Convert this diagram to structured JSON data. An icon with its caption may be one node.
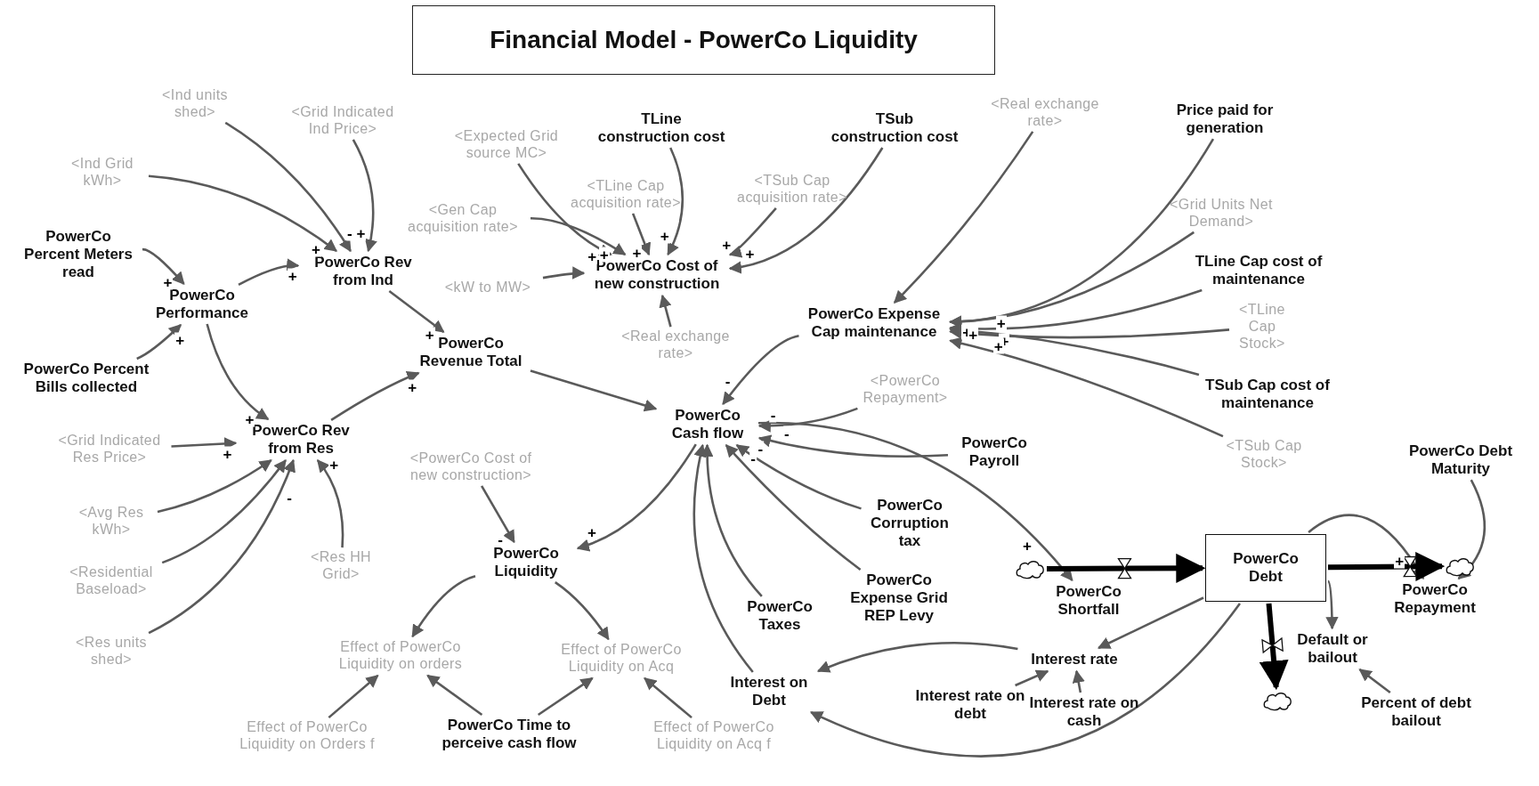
{
  "diagram": {
    "title": "Financial Model - PowerCo Liquidity",
    "nodes": [
      {
        "text": [
          "<Ind units shed>"
        ]
      },
      {
        "text": [
          "<Grid Indicated Ind Price>"
        ]
      },
      {
        "text": [
          "<Ind Grid kWh>"
        ]
      },
      {
        "text": [
          "<Expected Grid source MC>"
        ]
      },
      {
        "text": [
          "TLine construction cost"
        ]
      },
      {
        "text": [
          "TSub construction cost"
        ]
      },
      {
        "text": [
          "<Real exchange rate>"
        ]
      },
      {
        "text": [
          "Price paid for generation"
        ]
      },
      {
        "text": [
          "<TLine Cap acquisition rate>"
        ]
      },
      {
        "text": [
          "<TSub Cap acquisition rate>"
        ]
      },
      {
        "text": [
          "<Grid Units Net Demand>"
        ]
      },
      {
        "text": [
          "<Gen Cap acquisition rate>"
        ]
      },
      {
        "text": [
          "PowerCo Percent Meters read"
        ]
      },
      {
        "text": [
          "PowerCo Rev from Ind"
        ]
      },
      {
        "text": [
          "PowerCo Cost of new construction"
        ]
      },
      {
        "text": [
          "TLine Cap cost of maintenance"
        ]
      },
      {
        "text": [
          "PowerCo Performance"
        ]
      },
      {
        "text": [
          "<kW to MW>"
        ]
      },
      {
        "text": [
          "<TLine Cap Stock>"
        ]
      },
      {
        "text": [
          "PowerCo Expense Cap maintenance"
        ]
      },
      {
        "text": [
          "<Real exchange rate>"
        ]
      },
      {
        "text": [
          "PowerCo Revenue Total"
        ]
      },
      {
        "text": [
          "PowerCo Percent Bills collected"
        ]
      },
      {
        "text": [
          "TSub Cap cost of maintenance"
        ]
      },
      {
        "text": [
          "<PowerCo Repayment>"
        ]
      },
      {
        "text": [
          "PowerCo Cash flow"
        ]
      },
      {
        "text": [
          "PowerCo Payroll"
        ]
      },
      {
        "text": [
          "<Grid Indicated Res Price>"
        ]
      },
      {
        "text": [
          "PowerCo Rev from Res"
        ]
      },
      {
        "text": [
          "<TSub Cap Stock>"
        ]
      },
      {
        "text": [
          "PowerCo Debt Maturity"
        ]
      },
      {
        "text": [
          "<PowerCo Cost of new construction>"
        ]
      },
      {
        "text": [
          "<Avg Res kWh>"
        ]
      },
      {
        "text": [
          "PowerCo Corruption tax"
        ]
      },
      {
        "text": [
          "<Res HH Grid>"
        ]
      },
      {
        "text": [
          "PowerCo Liquidity"
        ]
      },
      {
        "text": [
          "<Residential Baseload>"
        ]
      },
      {
        "text": [],
        "shape": "cloud"
      },
      {
        "text": [
          "PowerCo Shortfall"
        ]
      },
      {
        "text": [
          "PowerCo Debt"
        ]
      },
      {
        "text": [
          "PowerCo Repayment"
        ]
      },
      {
        "text": [],
        "shape": "cloud"
      },
      {
        "text": [
          "PowerCo Expense Grid REP Levy"
        ]
      },
      {
        "text": [
          "PowerCo Taxes"
        ]
      },
      {
        "text": [
          "<Res units shed>"
        ]
      },
      {
        "text": [
          "Effect of PowerCo Liquidity on orders"
        ]
      },
      {
        "text": [
          "Effect of PowerCo Liquidity on Acq"
        ]
      },
      {
        "text": [
          "Default or bailout"
        ]
      },
      {
        "text": [
          "Interest rate"
        ]
      },
      {
        "text": [
          "Interest on Debt"
        ]
      },
      {
        "text": [],
        "shape": "cloud"
      },
      {
        "text": [
          "Interest rate on debt"
        ]
      },
      {
        "text": [
          "Interest rate on cash"
        ]
      },
      {
        "text": [
          "Percent of debt bailout"
        ]
      },
      {
        "text": [
          "Effect of PowerCo Liquidity on Orders f"
        ]
      },
      {
        "text": [
          "PowerCo Time to perceive cash flow"
        ]
      },
      {
        "text": [
          "Effect of PowerCo Liquidity on Acq f"
        ]
      }
    ],
    "edges": [
      {
        "from": 2,
        "to": 13,
        "arrow": "to",
        "label": "+"
      },
      {
        "from": 0,
        "to": 13,
        "arrow": "to",
        "label": "-"
      },
      {
        "from": 1,
        "to": 13,
        "arrow": "to",
        "label": "+"
      },
      {
        "from": 12,
        "to": 16,
        "arrow": "to",
        "label": "+"
      },
      {
        "from": 22,
        "to": 16,
        "arrow": "to",
        "label": "+"
      },
      {
        "from": 16,
        "to": 13,
        "arrow": "to",
        "label": "+"
      },
      {
        "from": 16,
        "to": 28,
        "arrow": "to",
        "label": "+"
      },
      {
        "from": 13,
        "to": 21,
        "arrow": "to",
        "label": "+"
      },
      {
        "from": 28,
        "to": 21,
        "arrow": "to",
        "label": "+"
      },
      {
        "from": 27,
        "to": 28,
        "arrow": "to",
        "label": "+"
      },
      {
        "from": 32,
        "to": 28,
        "arrow": "to"
      },
      {
        "from": 36,
        "to": 28,
        "arrow": "to"
      },
      {
        "from": 44,
        "to": 28,
        "arrow": "to",
        "label": "-"
      },
      {
        "from": 34,
        "to": 28,
        "arrow": "to",
        "label": "+"
      },
      {
        "from": 3,
        "to": 14,
        "arrow": "to",
        "label": "+"
      },
      {
        "from": 11,
        "to": 14,
        "arrow": "to",
        "label": "+"
      },
      {
        "from": 17,
        "to": 14,
        "arrow": "to"
      },
      {
        "from": 8,
        "to": 14,
        "arrow": "to",
        "label": "+"
      },
      {
        "from": 4,
        "to": 14,
        "arrow": "to",
        "label": "+"
      },
      {
        "from": 9,
        "to": 14,
        "arrow": "to",
        "label": "+"
      },
      {
        "from": 5,
        "to": 14,
        "arrow": "to",
        "label": "+"
      },
      {
        "from": 20,
        "to": 14,
        "arrow": "to"
      },
      {
        "from": 6,
        "to": 19,
        "arrow": "to"
      },
      {
        "from": 7,
        "to": 19,
        "arrow": "to"
      },
      {
        "from": 10,
        "to": 19,
        "arrow": "to",
        "label": "+"
      },
      {
        "from": 15,
        "to": 19,
        "arrow": "to",
        "label": "+"
      },
      {
        "from": 18,
        "to": 19,
        "arrow": "to",
        "label": "+"
      },
      {
        "from": 23,
        "to": 19,
        "arrow": "to",
        "label": "+"
      },
      {
        "from": 29,
        "to": 19,
        "arrow": "to",
        "label": "+"
      },
      {
        "from": 19,
        "to": 25,
        "arrow": "to",
        "label": "-"
      },
      {
        "from": 21,
        "to": 25,
        "arrow": "to"
      },
      {
        "from": 24,
        "to": 25,
        "arrow": "to",
        "label": "-"
      },
      {
        "from": 26,
        "to": 25,
        "arrow": "to",
        "label": "-"
      },
      {
        "from": 33,
        "to": 25,
        "arrow": "to",
        "label": "-"
      },
      {
        "from": 42,
        "to": 25,
        "arrow": "to",
        "label": "-"
      },
      {
        "from": 43,
        "to": 25,
        "arrow": "to"
      },
      {
        "from": 49,
        "to": 25,
        "arrow": "to"
      },
      {
        "from": 25,
        "to": 38,
        "arrow": "to",
        "label": "+"
      },
      {
        "from": 25,
        "to": 35,
        "arrow": "to",
        "label": "+"
      },
      {
        "from": 31,
        "to": 35,
        "arrow": "to",
        "label": "-"
      },
      {
        "from": 35,
        "to": 45,
        "arrow": "to"
      },
      {
        "from": 35,
        "to": 46,
        "arrow": "to"
      },
      {
        "from": 54,
        "to": 45,
        "arrow": "to"
      },
      {
        "from": 55,
        "to": 45,
        "arrow": "to"
      },
      {
        "from": 55,
        "to": 46,
        "arrow": "to"
      },
      {
        "from": 56,
        "to": 46,
        "arrow": "to"
      },
      {
        "from": 39,
        "to": 48,
        "arrow": "to"
      },
      {
        "from": 48,
        "to": 49,
        "arrow": "to"
      },
      {
        "from": 51,
        "to": 48,
        "arrow": "to"
      },
      {
        "from": 52,
        "to": 48,
        "arrow": "to"
      },
      {
        "from": 39,
        "to": 49,
        "arrow": "to"
      },
      {
        "from": 39,
        "to": 40,
        "arrow": "to",
        "label": "+"
      },
      {
        "from": 30,
        "to": 40,
        "arrow": "to"
      },
      {
        "from": 39,
        "to": 47,
        "arrow": "to"
      },
      {
        "from": 53,
        "to": 47,
        "arrow": "to"
      },
      {
        "from": 37,
        "to": 39,
        "arrow": "to",
        "style": "thick",
        "color": "#000000"
      },
      {
        "from": 39,
        "to": 41,
        "arrow": "to",
        "style": "thick",
        "color": "#000000"
      },
      {
        "from": 39,
        "to": 50,
        "arrow": "to",
        "style": "thick",
        "color": "#000000"
      }
    ]
  }
}
